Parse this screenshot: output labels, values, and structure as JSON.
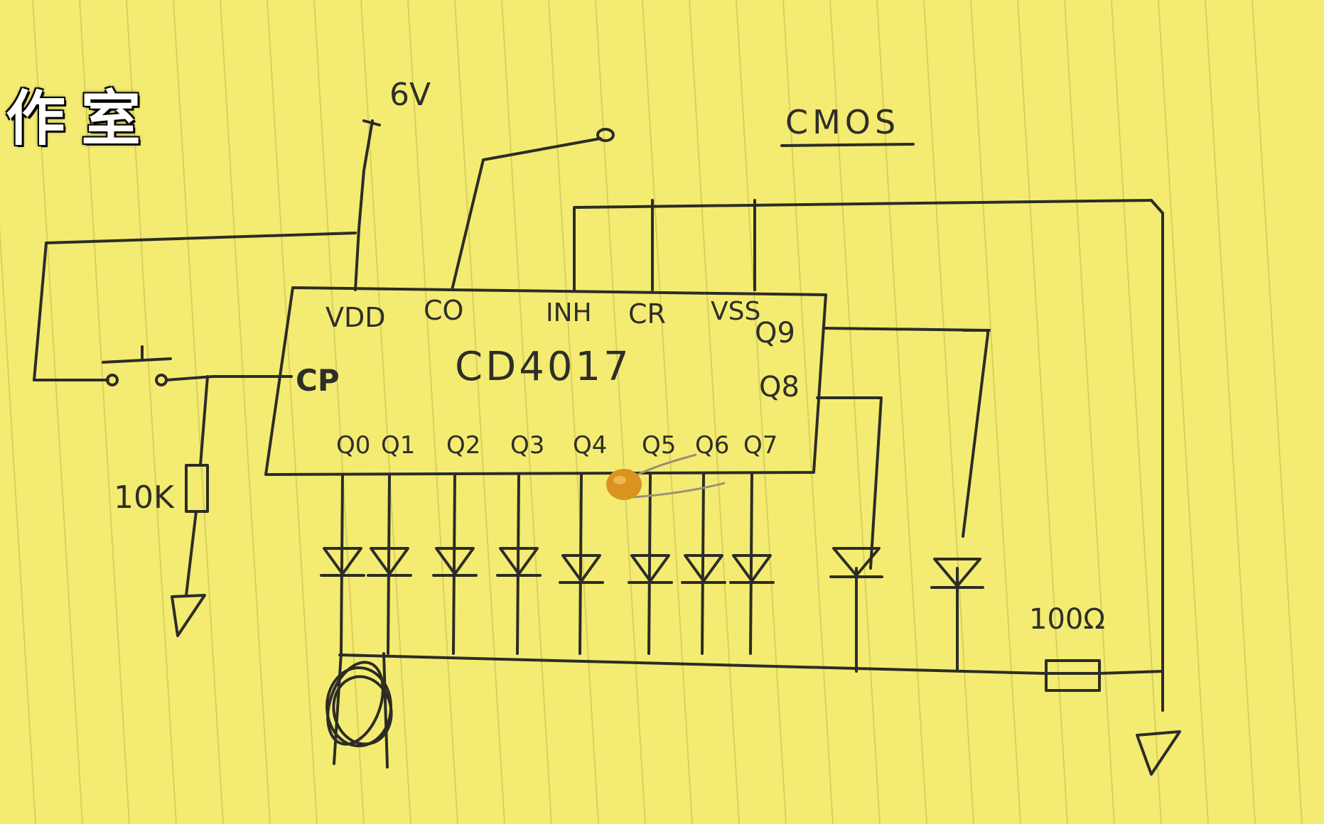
{
  "overlay": {
    "caption": "作室"
  },
  "labels": {
    "supply": "6V",
    "cmos": "CMOS",
    "chip": "CD4017",
    "vdd": "VDD",
    "co": "CO",
    "inh": "INH",
    "cr": "CR",
    "vss": "VSS",
    "cp": "CP",
    "q9": "Q9",
    "q8": "Q8",
    "resistor_10k": "10K",
    "resistor_100": "100Ω"
  },
  "outputs": [
    "Q0",
    "Q1",
    "Q2",
    "Q3",
    "Q4",
    "Q5",
    "Q6",
    "Q7"
  ],
  "colors": {
    "paper": "#f4ec72",
    "ruling": "#d9cf5f",
    "ink": "#2c2c26",
    "capacitor": "#d9931e"
  }
}
